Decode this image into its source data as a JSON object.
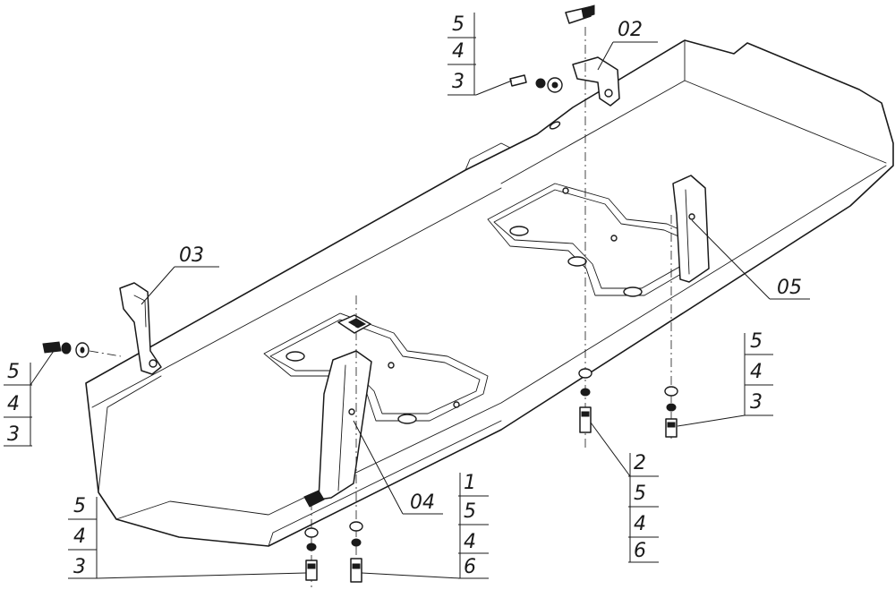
{
  "callouts": {
    "c1": {
      "items": [
        "5",
        "4",
        "3"
      ]
    },
    "c2": {
      "label": "02"
    },
    "c3": {
      "label": "03"
    },
    "c4": {
      "items": [
        "5",
        "4",
        "3"
      ]
    },
    "c5": {
      "label": "05"
    },
    "c6": {
      "items": [
        "5",
        "4",
        "3"
      ]
    },
    "c7": {
      "items": [
        "2",
        "5",
        "4",
        "6"
      ]
    },
    "c8": {
      "label": "04"
    },
    "c9": {
      "items": [
        "5",
        "4",
        "3"
      ]
    },
    "c10": {
      "items": [
        "1",
        "5",
        "4",
        "6"
      ]
    }
  }
}
